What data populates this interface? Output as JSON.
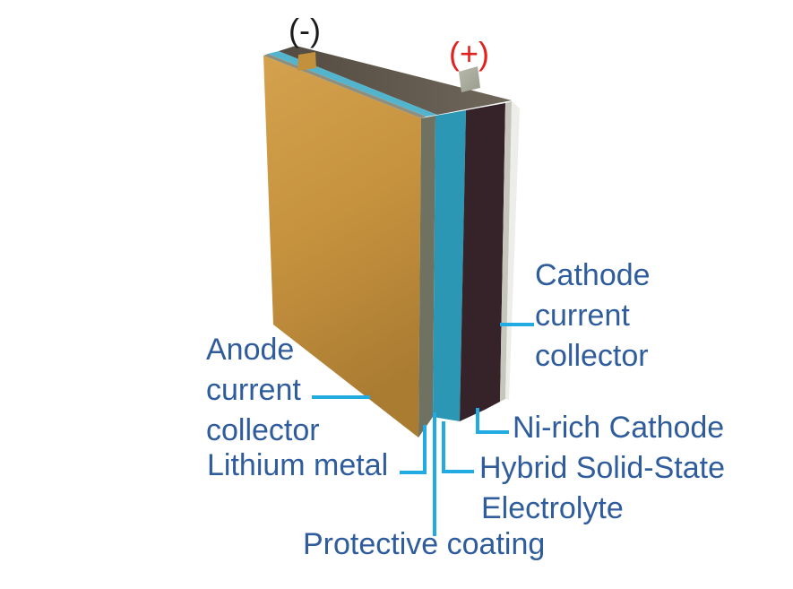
{
  "figure": {
    "type": "battery cell cutaway diagram",
    "terminals": {
      "negative": "(-)",
      "positive": "(+)"
    },
    "labels": {
      "anode_cc": [
        "Anode",
        "current",
        "collector"
      ],
      "lithium": "Lithium metal",
      "protective": "Protective coating",
      "hybrid": [
        "Hybrid Solid-State",
        "Electrolyte"
      ],
      "ni_rich": "Ni-rich Cathode",
      "cathode_cc": [
        "Cathode",
        "current",
        "collector"
      ]
    },
    "layers": [
      {
        "name": "Anode current collector",
        "color": "#c6923e"
      },
      {
        "name": "Lithium metal",
        "color": "#6f7261"
      },
      {
        "name": "Protective coating",
        "color": null
      },
      {
        "name": "Hybrid Solid-State Electrolyte",
        "color": "#2b97b5"
      },
      {
        "name": "Ni-rich Cathode",
        "color": "#352329"
      },
      {
        "name": "Cathode current collector",
        "color": "#c6c6bc"
      }
    ],
    "colors": {
      "annotation_line": "#22aae2",
      "label_text": "#2f5c9c",
      "terminal_negative": "#1a1a1a",
      "terminal_positive": "#e3201b",
      "top_face": "#5c544a",
      "electrolyte_top": "#52b5cd",
      "lithium_top": "#8d9081"
    }
  }
}
